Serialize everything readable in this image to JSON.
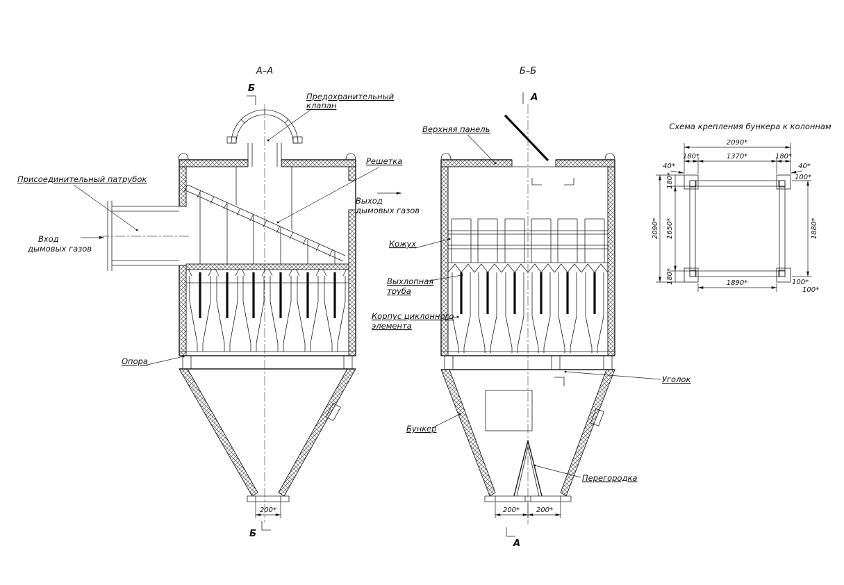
{
  "meta": {
    "sheet_background": "#ffffff",
    "line_color": "#1c1c1c"
  },
  "sections": {
    "aa_title": "А–А",
    "bb_title": "Б–Б",
    "scheme_title": "Схема крепления бункера к колоннам"
  },
  "cut_marks": {
    "aa_top": "Б",
    "aa_bottom": "Б",
    "bb_top": "А",
    "bb_bottom": "А"
  },
  "labels": {
    "safety_valve_1": "Предохранительный",
    "safety_valve_2": "клапан",
    "grate": "Решетка",
    "inlet_pipe": "Присоединительный патрубок",
    "gas_inlet_1": "Вход",
    "gas_inlet_2": "дымовых газов",
    "gas_outlet_1": "Выход",
    "gas_outlet_2": "дымовых газов",
    "support": "Опора",
    "top_panel": "Верхняя панель",
    "casing": "Кожух",
    "exhaust_pipe_1": "Выхлопная",
    "exhaust_pipe_2": "труба",
    "cyclone_body_1": "Корпус циклонного",
    "cyclone_body_2": "элемента",
    "hopper": "Бункер",
    "angle_bracket": "Уголок",
    "partition": "Перегородка"
  },
  "dimensions": {
    "aa_outlet_width": "200*",
    "bb_outlet_width_left": "200*",
    "bb_outlet_width_right": "200*",
    "scheme": {
      "top_overall": "2090*",
      "top_left": "180*",
      "top_mid": "1370*",
      "top_right": "180*",
      "offset_left_40": "40*",
      "offset_right_40": "40*",
      "right_top_100": "100*",
      "right_height": "1880*",
      "left_height": "2090*",
      "left_inner_height": "1650*",
      "left_top_180": "180*",
      "left_bottom_180": "180*",
      "bottom_overall": "1890*",
      "bottom_right_100": "100*",
      "bottom_corner_100": "100*"
    }
  }
}
